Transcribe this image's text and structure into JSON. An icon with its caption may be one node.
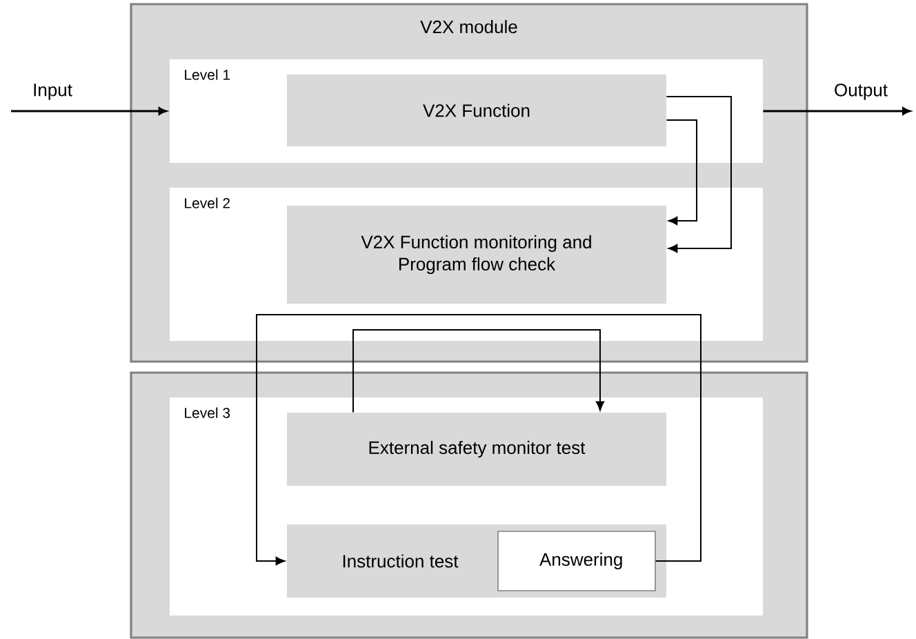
{
  "diagram": {
    "nodes": [
      {
        "text": [
          "V2X module"
        ]
      },
      {
        "text": [
          "Level 1"
        ],
        "in": 0
      },
      {
        "text": [
          "V2X Function"
        ],
        "in": 1
      },
      {
        "text": [
          "Level 2"
        ],
        "in": 0
      },
      {
        "text": [
          "V2X Function monitoring and Program flow check"
        ],
        "in": 3
      },
      {
        "text": [],
        "shape": "box"
      },
      {
        "text": [
          "Level 3"
        ],
        "in": 5
      },
      {
        "text": [
          "External safety monitor test"
        ],
        "in": 6
      },
      {
        "text": [
          "Instruction test"
        ],
        "in": 6
      },
      {
        "text": [
          "Answering"
        ],
        "in": 8
      }
    ],
    "edges": [
      {
        "from": null,
        "to": 1,
        "arrow": "to",
        "label": "Input"
      },
      {
        "from": 1,
        "to": null,
        "arrow": "to",
        "label": "Output"
      },
      {
        "from": 2,
        "to": 4,
        "arrow": "to"
      },
      {
        "from": 2,
        "to": 4,
        "arrow": "to"
      },
      {
        "from": 9,
        "to": 8,
        "arrow": "to"
      },
      {
        "from": 7,
        "to": 7,
        "arrow": "to"
      }
    ]
  }
}
